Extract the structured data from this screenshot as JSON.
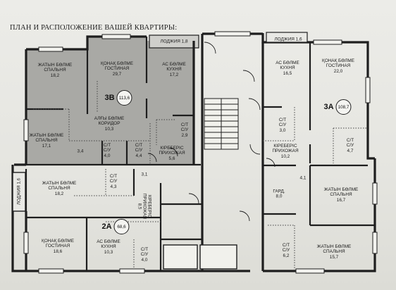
{
  "title": "ПЛАН И РАСПОЛОЖЕНИЕ ВАШЕЙ КВАРТИРЫ:",
  "apartments": [
    {
      "code": "3В",
      "area": "113,6"
    },
    {
      "code": "3А",
      "area": "108,7"
    },
    {
      "code": "2А",
      "area": "68,6"
    }
  ],
  "rooms": {
    "r3v_bed1": [
      "ЖАТЫН БӨЛМЕ",
      "СПАЛЬНЯ",
      "18,2"
    ],
    "r3v_living": [
      "ҚОНАҚ БӨЛМЕ",
      "ГОСТИНАЯ",
      "29,7"
    ],
    "r3v_balcony": "ЛОДЖИЯ 1,8",
    "r3v_kitchen": [
      "АС БӨЛМЕ",
      "КУХНЯ",
      "17,2"
    ],
    "r3v_corridor": [
      "АЛҒЫ БӨЛМЕ",
      "КОРИДОР",
      "10,3"
    ],
    "r3v_bed2": [
      "ЖАТЫН БӨЛМЕ",
      "СПАЛЬНЯ",
      "17,1"
    ],
    "r3v_bath1": [
      "С/Т",
      "С/У",
      "2,9"
    ],
    "r3v_hall": [
      "КІРЕБЕРІС",
      "ПРИХОЖАЯ",
      "5,6"
    ],
    "r3v_bath2": [
      "С/Т",
      "С/У",
      "4,0"
    ],
    "r3v_bath3": [
      "С/Т",
      "С/У",
      "4,4"
    ],
    "r3v_closet": "3,4",
    "r3a_balcony": "ЛОДЖИЯ 1,6",
    "r3a_kitchen": [
      "АС БӨЛМЕ",
      "КУХНЯ",
      "16,5"
    ],
    "r3a_living": [
      "ҚОНАҚ БӨЛМЕ",
      "ГОСТИНАЯ",
      "22,0"
    ],
    "r3a_bath1": [
      "С/Т",
      "С/У",
      "3,0"
    ],
    "r3a_bath2": [
      "С/Т",
      "С/У",
      "4,7"
    ],
    "r3a_hall": [
      "КІРЕБЕРІС",
      "ПРИХОЖАЯ",
      "10,2"
    ],
    "r3a_closet": "4,1",
    "r3a_wardrobe": [
      "ГАРД.",
      "8,0"
    ],
    "r3a_bed1": [
      "ЖАТЫН БӨЛМЕ",
      "СПАЛЬНЯ",
      "16,7"
    ],
    "r3a_bath3": [
      "С/Т",
      "С/У",
      "6,2"
    ],
    "r3a_bed2": [
      "ЖАТЫН БӨЛМЕ",
      "СПАЛЬНЯ",
      "15,7"
    ],
    "r2a_balcony": "ЛОДЖИЯ 1,6",
    "r2a_bed": [
      "ЖАТЫН БӨЛМЕ",
      "СПАЛЬНЯ",
      "18,2"
    ],
    "r2a_bath1": [
      "С/Т",
      "С/У",
      "4,3"
    ],
    "r2a_closet": "3,1",
    "r2a_hall": [
      "КІРЕБЕРІС",
      "ПРИХОЖАЯ",
      "8,5"
    ],
    "r2a_living": [
      "ҚОНАҚ БӨЛМЕ",
      "ГОСТИНАЯ",
      "18,6"
    ],
    "r2a_kitchen": [
      "АС БӨЛМЕ",
      "КУХНЯ",
      "10,3"
    ],
    "r2a_bath2": [
      "С/Т",
      "С/У",
      "4,0"
    ]
  },
  "colors": {
    "wall": "#1e1e1e",
    "highlight_3v": "#a9a9a5",
    "floor": "#ecece8",
    "dotted": "#444444"
  }
}
